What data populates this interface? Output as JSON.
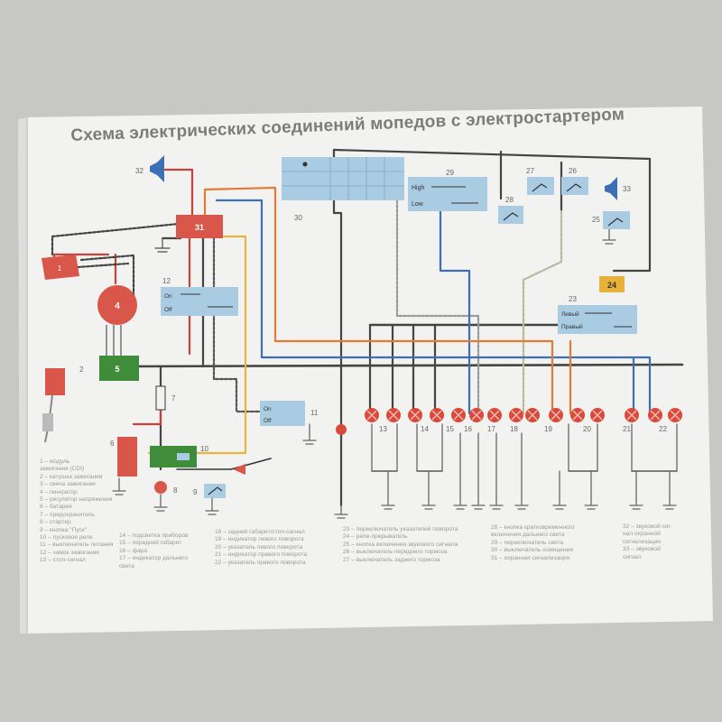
{
  "title": "Схема электрических соединений мопедов с электростартером",
  "labels": {
    "n1": "1",
    "n2": "2",
    "n4": "4",
    "n5": "5",
    "n6": "6",
    "n7": "7",
    "n8": "8",
    "n9": "9",
    "n10": "10",
    "n11": "11",
    "n12": "12",
    "n13": "13",
    "n14": "14",
    "n15": "15",
    "n16": "16",
    "n17": "17",
    "n18": "18",
    "n19": "19",
    "n20": "20",
    "n21": "21",
    "n22": "22",
    "n23": "23",
    "n24": "24",
    "n25": "25",
    "n26": "26",
    "n27": "27",
    "n28": "28",
    "n29": "29",
    "n30": "30",
    "n31": "31",
    "n32": "32",
    "n33": "33"
  },
  "switches": {
    "on": "On",
    "off": "Off",
    "high": "High",
    "low": "Low",
    "left": "Левый",
    "right": "Правый"
  },
  "legend": {
    "col1": [
      "1 – модуль",
      "зажигания (CDI)",
      "2 – катушка зажигания",
      "3 – свеча зажигания",
      "4 – генератор",
      "5 – регулятор напряжения",
      "6 – батарея",
      "7 – предохранитель",
      "8 – стартер",
      "9 – кнопка \"Пуск\"",
      "10 – пусковое реле",
      "11 – выключатель питания",
      "12 – замок зажигания",
      "13 – стоп-сигнал"
    ],
    "col2": [
      "14 – подсветка приборов",
      "15 – передний габарит",
      "16 – фара",
      "17 – индикатор дальнего",
      "света"
    ],
    "col3": [
      "18 – задний габарит/стоп-сигнал",
      "19 – индикатор левого поворота",
      "20 – указатель левого поворота",
      "21 – индикатор правого поворота",
      "22 – указатель правого поворота"
    ],
    "col4": [
      "23 – переключатель указателей поворота",
      "24 – реле-прерыватель",
      "25 – кнопка включения звукового сигнала",
      "26 – выключатель переднего тормоза",
      "27 – выключатель заднего тормоза"
    ],
    "col5": [
      "28 – кнопка кратковременного",
      "включения дальнего света",
      "29 – переключатель света",
      "30 – выключатель освещения",
      "31 – охранная сигнализация"
    ],
    "col6": [
      "32 – звуковой сиг-",
      "нал охранной",
      "сигнализации",
      "33 – звуковой",
      "сигнал"
    ]
  },
  "colors": {
    "red_block": "#d9564a",
    "green_block": "#3f8d3a",
    "blue_switch": "#a9cce3",
    "yellow_relay": "#e8b23a",
    "lamp": "#d94a3d",
    "wire_red": "#c7433a",
    "wire_blue": "#3d6fb5",
    "wire_orange": "#e07b39",
    "wire_black": "#444444",
    "wire_yellow": "#e7b43f"
  }
}
